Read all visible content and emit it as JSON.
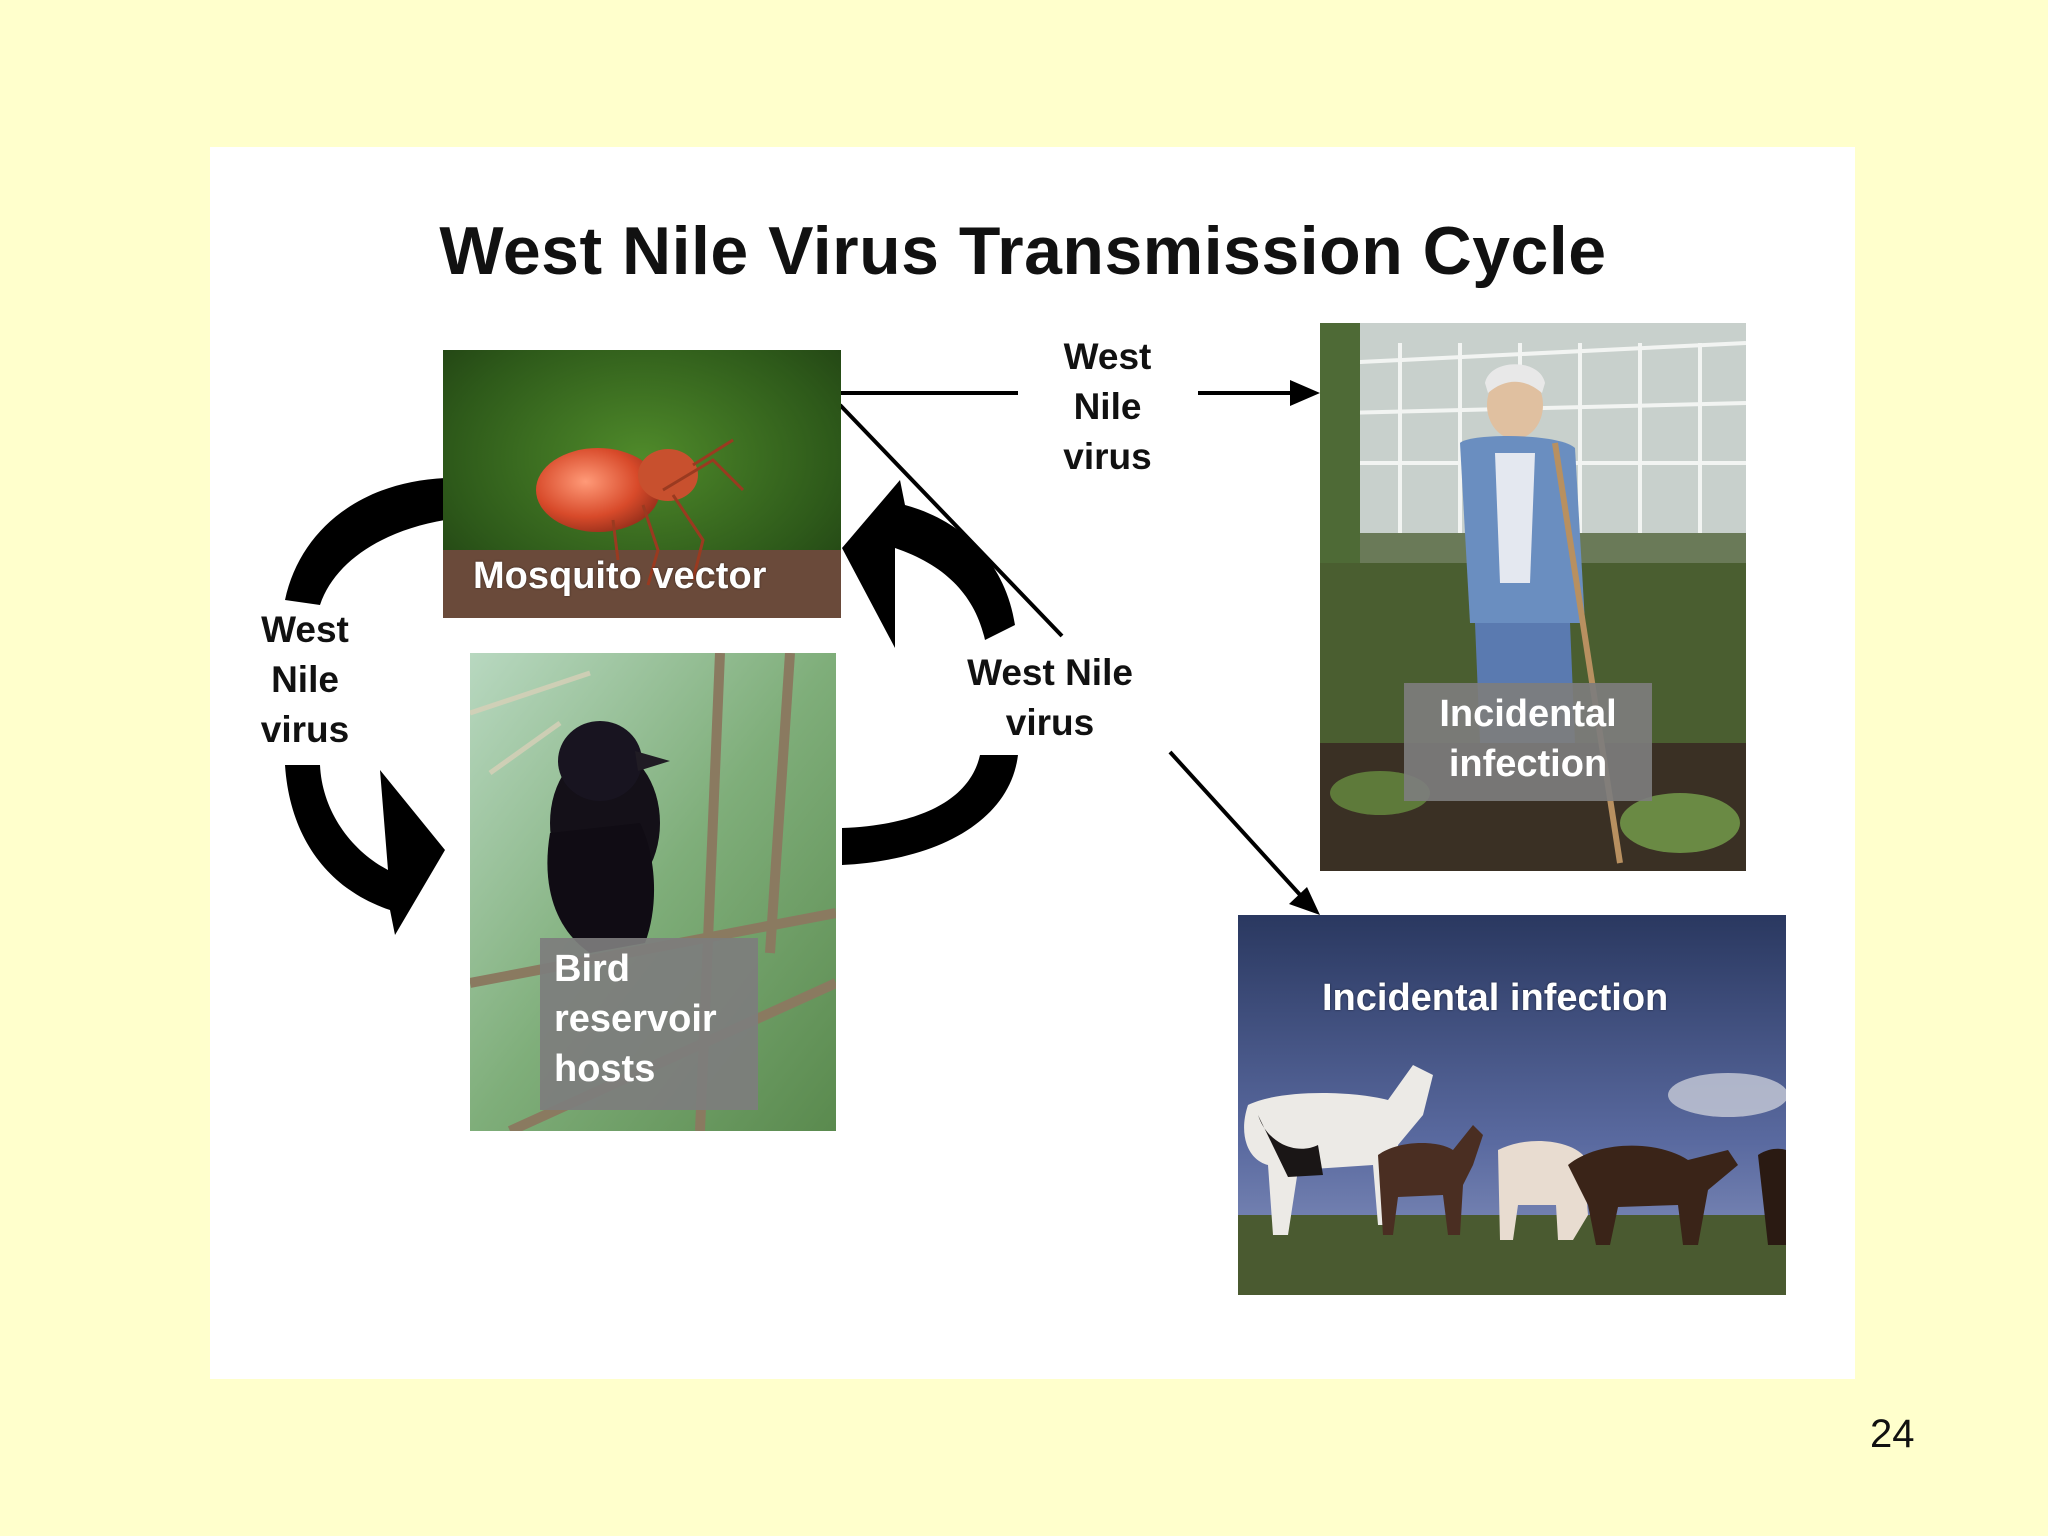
{
  "title": "West Nile Virus Transmission Cycle",
  "slide_number": "24",
  "nodes": {
    "mosquito": {
      "caption": "Mosquito vector"
    },
    "bird": {
      "caption_lines": [
        "Bird",
        "reservoir",
        "hosts"
      ]
    },
    "human": {
      "caption_lines": [
        "Incidental",
        "infection"
      ]
    },
    "horses": {
      "caption": "Incidental infection"
    }
  },
  "edge_labels": {
    "cycle_left": [
      "West",
      "Nile",
      "virus"
    ],
    "cycle_right": [
      "West Nile",
      "virus"
    ],
    "to_human": [
      "West",
      "Nile",
      "virus"
    ]
  },
  "colors": {
    "slide_background": "#FFFFCC",
    "panel_background": "#FFFFFF",
    "arrow": "#000000",
    "caption_box": "#7D7D7D"
  }
}
